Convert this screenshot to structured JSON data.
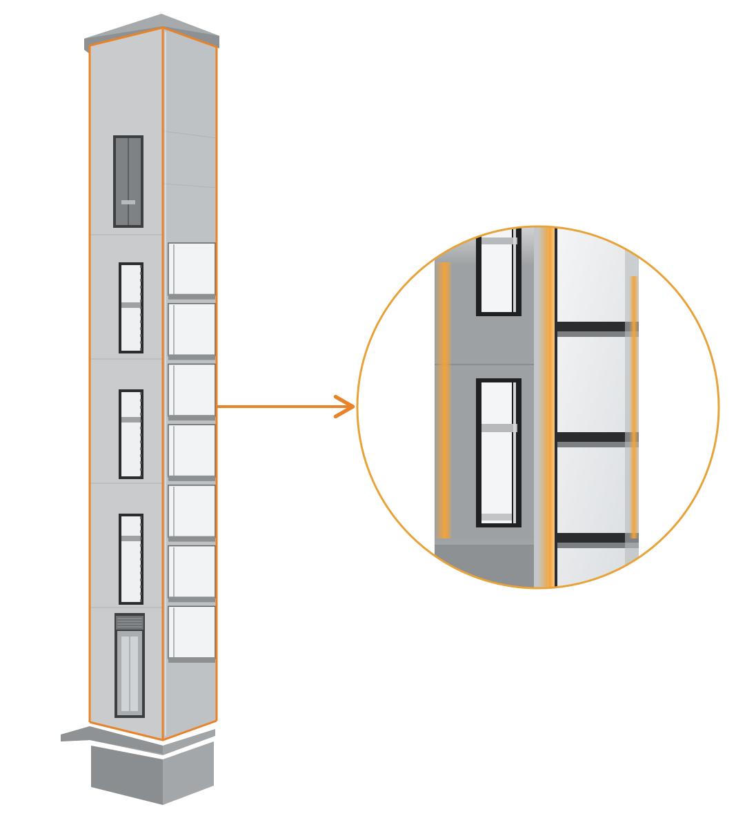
{
  "figure": {
    "subject": "elevator-shaft-tower",
    "detail_view": "corner-edge-zoom",
    "landing_doors_visible": 4,
    "glazed_floor_panels": 7
  },
  "colors": {
    "background": "#ffffff",
    "accent": "#E8832A",
    "accent_light": "#F2A33A",
    "panel_light": "#C9CBCD",
    "panel_mid": "#B5B8BA",
    "panel_dark": "#8E9193",
    "frame_dark": "#2A2C2E",
    "glass": "#E9ECEE",
    "base_concrete": "#9C9EA0"
  },
  "icons": {
    "connector": "arrow-right-icon"
  }
}
